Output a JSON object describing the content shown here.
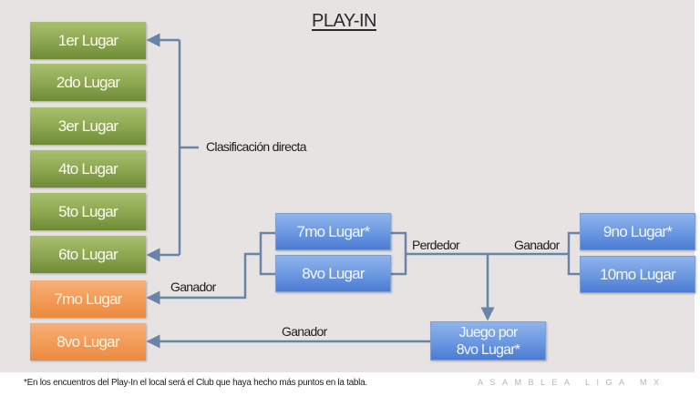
{
  "title": "PLAY-IN",
  "direct_places": [
    {
      "label": "1er Lugar",
      "color": "green"
    },
    {
      "label": "2do Lugar",
      "color": "green"
    },
    {
      "label": "3er Lugar",
      "color": "green"
    },
    {
      "label": "4to Lugar",
      "color": "green"
    },
    {
      "label": "5to Lugar",
      "color": "green"
    },
    {
      "label": "6to Lugar",
      "color": "green"
    }
  ],
  "playin_slots": [
    {
      "label": "7mo Lugar",
      "color": "orange"
    },
    {
      "label": "8vo Lugar",
      "color": "orange"
    }
  ],
  "match_a": {
    "top": "7mo Lugar*",
    "bottom": "8vo Lugar"
  },
  "match_b": {
    "top": "9no Lugar*",
    "bottom": "10mo Lugar"
  },
  "match_c": {
    "line1": "Juego por",
    "line2": "8vo Lugar*"
  },
  "labels": {
    "direct": "Clasificación directa",
    "winner_a": "Ganador",
    "loser_a": "Perdedor",
    "winner_b": "Ganador",
    "winner_c": "Ganador"
  },
  "colors": {
    "green": "#8ba64f",
    "orange": "#f29a55",
    "blue": "#6b97e0",
    "connector": "#6a84a8",
    "panel": "#e6e3e2"
  },
  "footnote": "*En los encuentros del Play-In el local será el Club que haya hecho más puntos en la tabla.",
  "brand": "ASAMBLEA LIGA MX"
}
